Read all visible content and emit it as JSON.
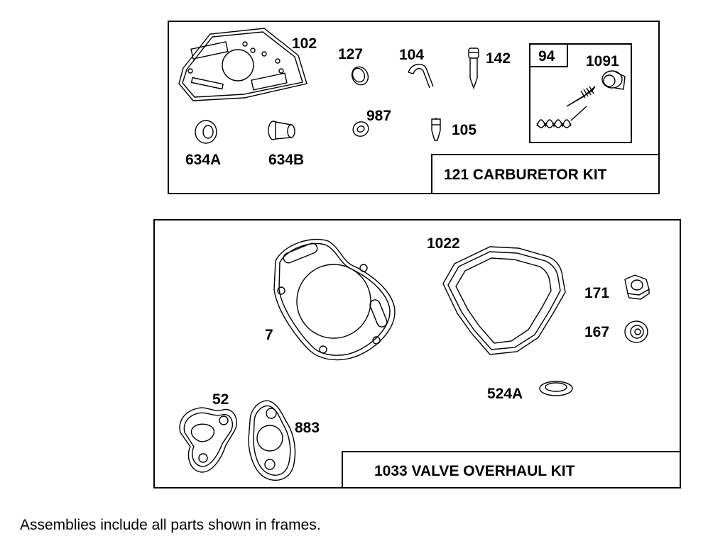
{
  "kits": {
    "carburetor": {
      "title": "121 CARBURETOR KIT",
      "sub_frame_label": "94",
      "parts": {
        "p102": "102",
        "p127": "127",
        "p104": "104",
        "p142": "142",
        "p1091": "1091",
        "p987": "987",
        "p105": "105",
        "p634a": "634A",
        "p634b": "634B"
      }
    },
    "valve_overhaul": {
      "title": "1033 VALVE OVERHAUL KIT",
      "parts": {
        "p7": "7",
        "p1022": "1022",
        "p171": "171",
        "p167": "167",
        "p524a": "524A",
        "p52": "52",
        "p883": "883"
      }
    }
  },
  "footnote": "Assemblies include all parts shown in frames."
}
